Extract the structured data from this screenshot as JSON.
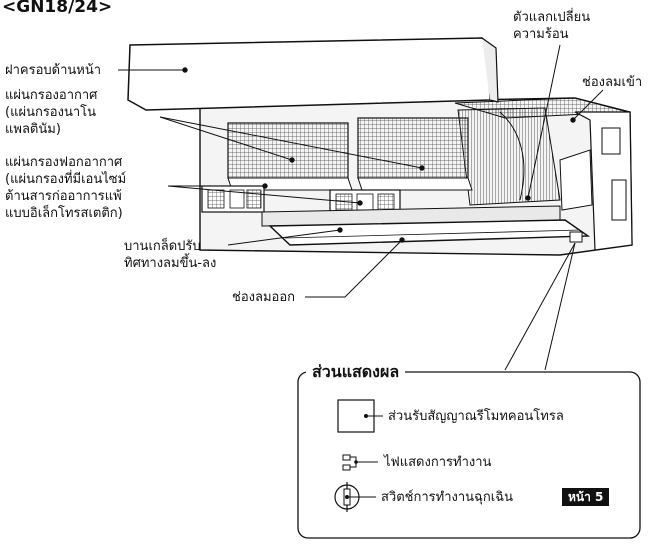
{
  "model": "<GN18/24>",
  "labels": {
    "front_cover": "ฝาครอบด้านหน้า",
    "air_filter_line1": "แผ่นกรองอากาศ",
    "air_filter_line2": "(แผ่นกรองนาโน",
    "air_filter_line3": "แพลตินัม)",
    "deodorize_filter_line1": "แผ่นกรองฟอกอากาศ",
    "deodorize_filter_line2": "(แผ่นกรองที่มีเอนไซม์",
    "deodorize_filter_line3": "ต้านสารก่ออาการแพ้",
    "deodorize_filter_line4": "แบบอิเล็กโทรสเตติก)",
    "louver_line1": "บานเกล็ดปรับ",
    "louver_line2": "ทิศทางลมขึ้น-ลง",
    "air_outlet": "ช่องลมออก",
    "heat_exchanger_line1": "ตัวแลกเปลี่ยน",
    "heat_exchanger_line2": "ความร้อน",
    "air_inlet": "ช่องลมเข้า"
  },
  "display_panel": {
    "title": "ส่วนแสดงผล",
    "remote_receiver": "ส่วนรับสัญญาณรีโมทคอนโทรล",
    "operation_lamp": "ไฟแสดงการทำงาน",
    "emergency_switch": "สวิตช์การทำงานฉุกเฉิน",
    "page_ref": "หน้า 5"
  }
}
